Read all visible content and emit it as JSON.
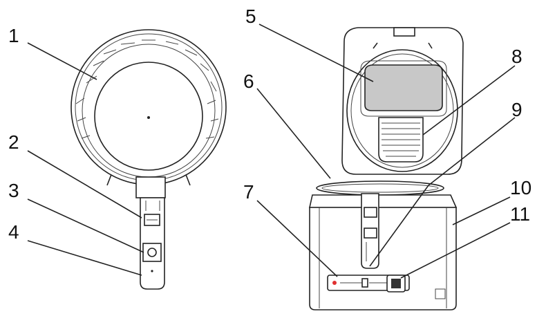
{
  "callouts": [
    {
      "id": "1",
      "label": "1"
    },
    {
      "id": "2",
      "label": "2"
    },
    {
      "id": "3",
      "label": "3"
    },
    {
      "id": "4",
      "label": "4"
    },
    {
      "id": "5",
      "label": "5"
    },
    {
      "id": "6",
      "label": "6"
    },
    {
      "id": "7",
      "label": "7"
    },
    {
      "id": "8",
      "label": "8"
    },
    {
      "id": "9",
      "label": "9"
    },
    {
      "id": "10",
      "label": "10"
    },
    {
      "id": "11",
      "label": "11"
    }
  ],
  "colors": {
    "line": "#222222",
    "window": "#c8c8c8",
    "indicator": "#e03030"
  }
}
